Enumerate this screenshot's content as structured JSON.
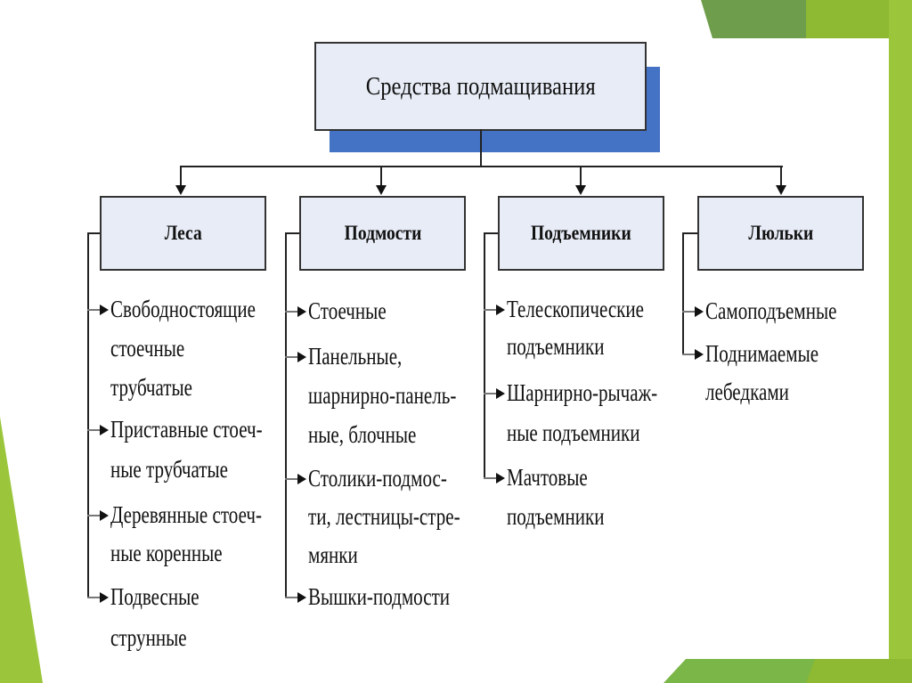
{
  "title": "Средства подмащивания",
  "colors": {
    "accent_blue": "#4472C4",
    "box_fill": "#E7ECF6",
    "green_dark": "#6E9E4B",
    "green_light": "#8DB933"
  },
  "columns": [
    {
      "label": "Леса",
      "items": [
        {
          "lines": [
            "Свободностоящие",
            "стоечные",
            "трубчатые"
          ]
        },
        {
          "lines": [
            "Приставные стоеч-",
            "ные трубчатые"
          ]
        },
        {
          "lines": [
            "Деревянные стоеч-",
            "ные коренные"
          ]
        },
        {
          "lines": [
            "Подвесные",
            "струнные"
          ]
        }
      ]
    },
    {
      "label": "Подмости",
      "items": [
        {
          "lines": [
            "Стоечные"
          ]
        },
        {
          "lines": [
            "Панельные,",
            "шарнирно-панель-",
            "ные, блочные"
          ]
        },
        {
          "lines": [
            "Столики-подмос-",
            "ти, лестницы-стре-",
            "мянки"
          ]
        },
        {
          "lines": [
            "Вышки-подмости"
          ]
        }
      ]
    },
    {
      "label": "Подъемники",
      "items": [
        {
          "lines": [
            "Телескопические",
            "подъемники"
          ]
        },
        {
          "lines": [
            "Шарнирно-рычаж-",
            "ные подъемники"
          ]
        },
        {
          "lines": [
            "Мачтовые",
            "подъемники"
          ]
        }
      ]
    },
    {
      "label": "Люльки",
      "items": [
        {
          "lines": [
            "Самоподъемные"
          ]
        },
        {
          "lines": [
            "Поднимаемые",
            "лебедками"
          ]
        }
      ]
    }
  ]
}
